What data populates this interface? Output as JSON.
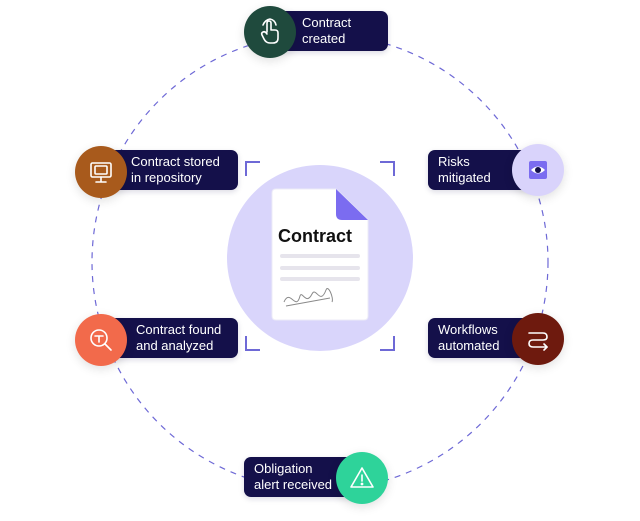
{
  "center": {
    "document_title": "Contract"
  },
  "steps": [
    {
      "id": "created",
      "label": "Contract\ncreated",
      "icon": "hand-pointer-icon",
      "color": "#1f4a3d"
    },
    {
      "id": "risks",
      "label": "Risks\nmitigated",
      "icon": "eye-icon",
      "color": "#d9d3fb"
    },
    {
      "id": "workflows",
      "label": "Workflows\nautomated",
      "icon": "route-arrow-icon",
      "color": "#6e1a0e"
    },
    {
      "id": "obligation",
      "label": "Obligation\nalert received",
      "icon": "warning-icon",
      "color": "#2ed39a"
    },
    {
      "id": "found",
      "label": "Contract found\nand analyzed",
      "icon": "search-monitor-icon",
      "color": "#f26a4b"
    },
    {
      "id": "stored",
      "label": "Contract stored\nin repository",
      "icon": "monitor-icon",
      "color": "#a85a1c"
    }
  ],
  "colors": {
    "navy": "#14104a",
    "lavender": "#d9d5fb",
    "purple": "#7b6cf0",
    "ring": "#6e69d6"
  }
}
